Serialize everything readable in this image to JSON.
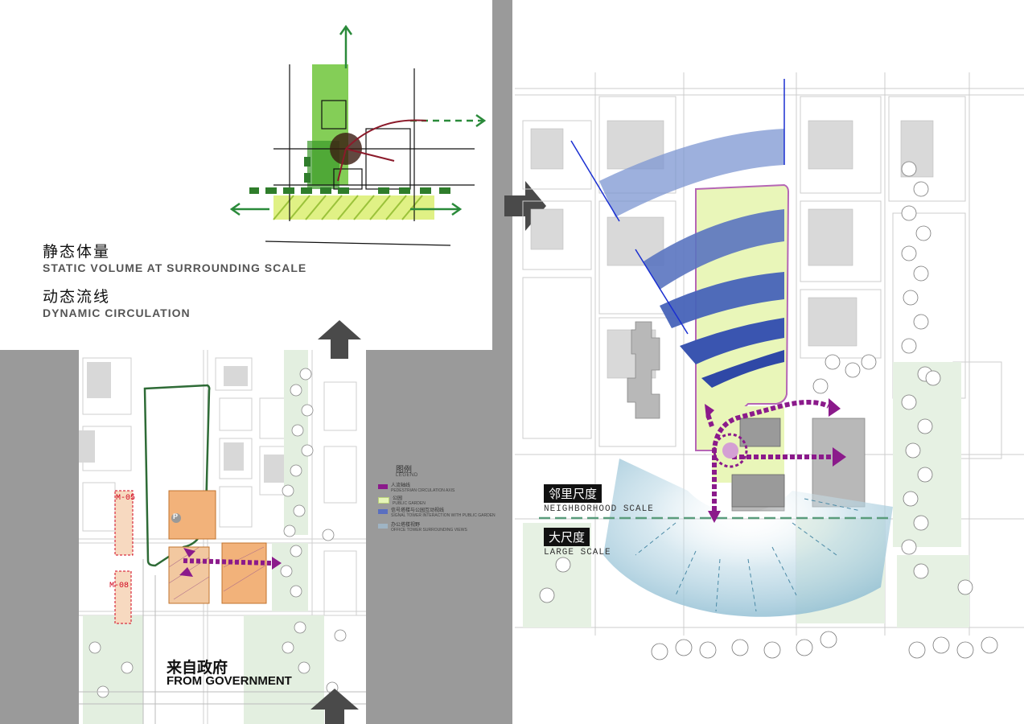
{
  "sketch": {
    "title_cn_1": "静态体量",
    "title_en_1": "STATIC VOLUME AT SURROUNDING SCALE",
    "title_cn_2": "动态流线",
    "title_en_2": "DYNAMIC CIRCULATION"
  },
  "site_plan_left": {
    "parcels": [
      "M-05",
      "M-08"
    ],
    "parking_symbol": "P",
    "from_government_cn": "来自政府",
    "from_government_en": "FROM GOVERNMENT"
  },
  "legend": {
    "title_cn": "图例",
    "title_en": "LEGEND",
    "items": [
      {
        "cn": "人流轴线",
        "en": "PEDESTRIAN CIRCULATION AXIS",
        "color": "#8b1a8b"
      },
      {
        "cn": "公园",
        "en": "PUBLIC GARDEN",
        "color": "#e6f5b8"
      },
      {
        "cn": "信号塔楼与公园互动视线",
        "en": "SIGNAL TOWER INTERACTION WITH PUBLIC GARDEN",
        "color": "#5a6fc0"
      },
      {
        "cn": "办公塔楼视野",
        "en": "OFFICE TOWER SURROUNDING VIEWS",
        "color": "#9fb4c4"
      }
    ]
  },
  "site_plan_right": {
    "neighborhood_cn": "邻里尺度",
    "neighborhood_en": "NEIGHBORHOOD SCALE",
    "large_cn": "大尺度",
    "large_en": "LARGE SCALE"
  },
  "colors": {
    "garden_green": "#e9f6b9",
    "pedestrian_purple": "#8b1a8b",
    "tower_blue": "#3f5fbf",
    "site_outline": "#2e6b36",
    "parcel_orange": "#f2b27a",
    "arrow_gray": "#555555"
  }
}
